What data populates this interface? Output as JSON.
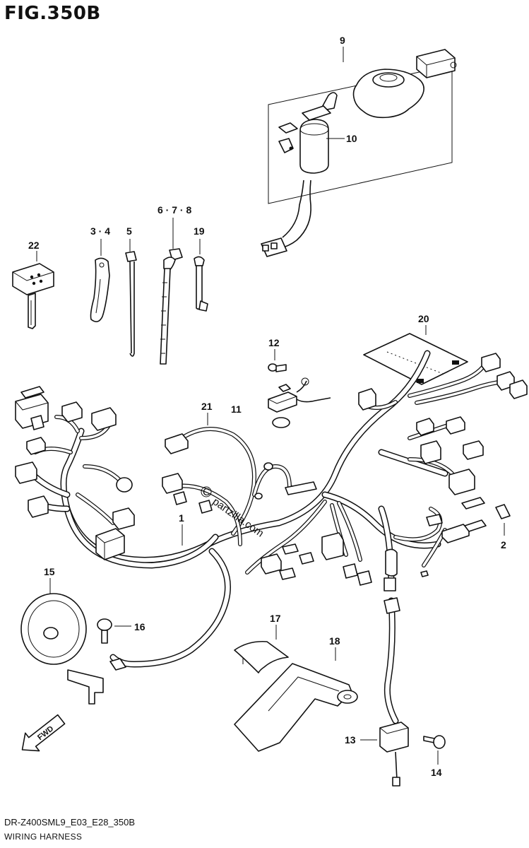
{
  "figure_title": "FIG.350B",
  "diagram_code": "DR-Z400SML9_E03_E28_350B",
  "caption": "WIRING HARNESS",
  "direction_label": "FWD",
  "watermark": "partzilla.com",
  "watermark_mark": "C",
  "callouts": {
    "n1": "1",
    "n2": "2",
    "n34": "3 · 4",
    "n5": "5",
    "n678": "6 · 7 · 8",
    "n9": "9",
    "n10": "10",
    "n11": "11",
    "n12": "12",
    "n13": "13",
    "n14": "14",
    "n15": "15",
    "n16": "16",
    "n17": "17",
    "n18": "18",
    "n19": "19",
    "n20": "20",
    "n21": "21",
    "n22": "22"
  }
}
